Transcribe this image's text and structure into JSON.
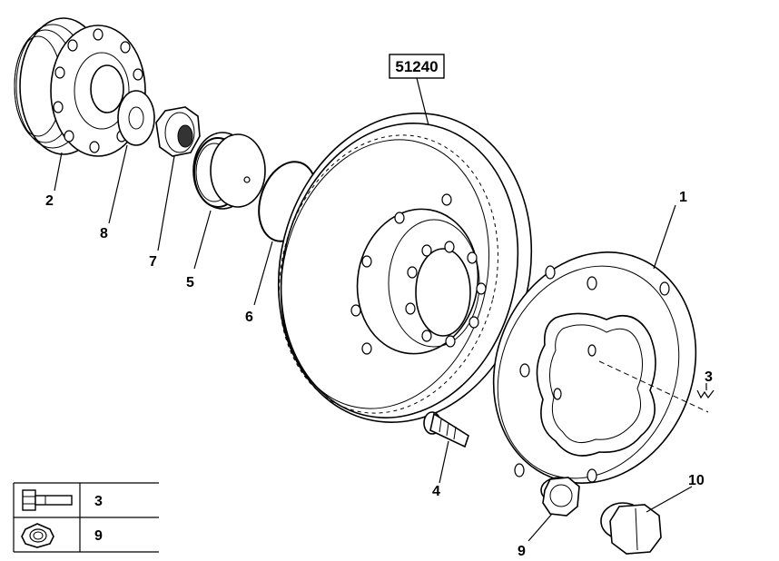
{
  "reference_number": "51240",
  "callouts": {
    "c1": "1",
    "c2": "2",
    "c3": "3",
    "c4": "4",
    "c5": "5",
    "c6": "6",
    "c7": "7",
    "c8": "8",
    "c9": "9",
    "c10": "10"
  },
  "legend": {
    "rows": [
      {
        "icon": "bolt-icon",
        "value": "3"
      },
      {
        "icon": "nut-icon",
        "value": "9"
      }
    ]
  }
}
